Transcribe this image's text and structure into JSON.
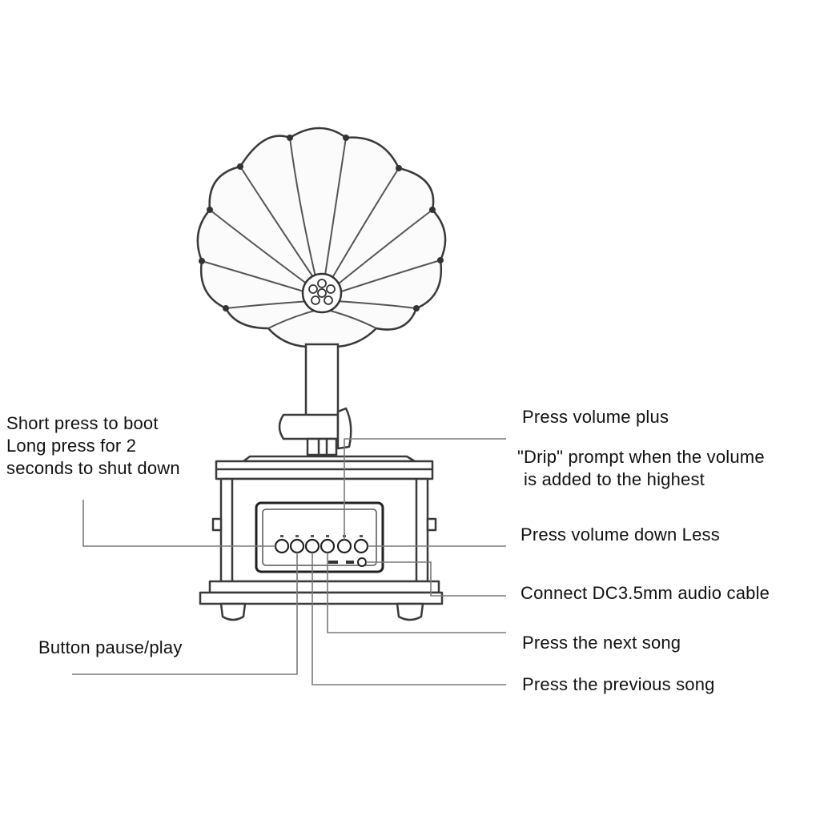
{
  "colors": {
    "line": "#6b6b6b",
    "outline": "#333333",
    "text": "#111111",
    "background": "#ffffff"
  },
  "labels": {
    "power": {
      "line1": "Short press to boot",
      "line2": "Long press for 2",
      "line3": "seconds to shut down"
    },
    "pause_play": "Button pause/play",
    "volume_plus": "Press volume plus",
    "drip": {
      "line1": "\"Drip\" prompt when the volume",
      "line2": "is added to the highest"
    },
    "volume_down": "Press volume down Less",
    "audio_cable": "Connect DC3.5mm audio cable",
    "next_song": "Press the next song",
    "previous_song": "Press the previous song"
  }
}
